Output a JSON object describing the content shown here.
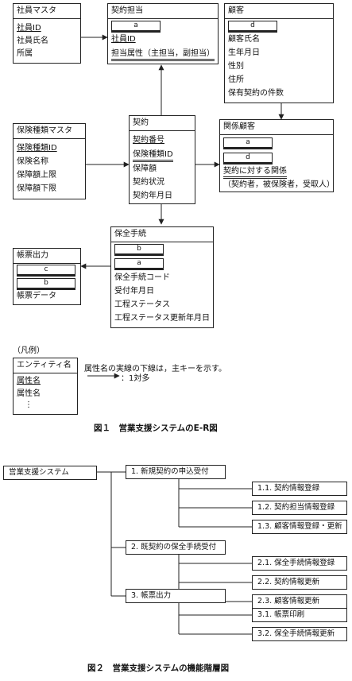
{
  "er": {
    "shain": {
      "title": "社員マスタ",
      "a1": "社員ID",
      "a2": "社員氏名",
      "a3": "所属"
    },
    "tanto": {
      "title": "契約担当",
      "fk": "a",
      "a1": "社員ID",
      "a2": "担当属性（主担当，副担当）"
    },
    "kokyaku": {
      "title": "顧客",
      "fk": "d",
      "a1": "顧客氏名",
      "a2": "生年月日",
      "a3": "性別",
      "a4": "住所",
      "a5": "保有契約の件数"
    },
    "hoken": {
      "title": "保険種類マスタ",
      "a1": "保険種類ID",
      "a2": "保険名称",
      "a3": "保障額上限",
      "a4": "保障額下限"
    },
    "keiyaku": {
      "title": "契約",
      "a1": "契約番号",
      "a2": "保険種類ID",
      "a3": "保障額",
      "a4": "契約状況",
      "a5": "契約年月日"
    },
    "kankei": {
      "title": "関係顧客",
      "fk1": "a",
      "fk2": "d",
      "a1": "契約に対する関係",
      "a2": "（契約者，被保険者，受取人）"
    },
    "hozen": {
      "title": "保全手続",
      "fk1": "b",
      "fk2": "a",
      "a1": "保全手続コード",
      "a2": "受付年月日",
      "a3": "工程ステータス",
      "a4": "工程ステータス更新年月日"
    },
    "chohyo": {
      "title": "帳票出力",
      "fk1": "c",
      "fk2": "b",
      "a1": "帳票データ"
    },
    "legend": {
      "title": "（凡例）",
      "entity": "エンティティ名",
      "attr1": "属性名",
      "attr2": "属性名",
      "dots": "⋮",
      "note1": "属性名の実線の下線は，主キーを示す。",
      "note2": "：1対多"
    },
    "caption": "図１　営業支援システムのE-R図"
  },
  "func": {
    "root": "営業支援システム",
    "g1": "1. 新規契約の申込受付",
    "g1_1": "1.1. 契約情報登録",
    "g1_2": "1.2. 契約担当情報登録",
    "g1_3": "1.3. 顧客情報登録・更新",
    "g2": "2. 既契約の保全手続受付",
    "g2_1": "2.1. 保全手続情報登録",
    "g2_2": "2.2. 契約情報更新",
    "g2_3": "2.3. 顧客情報更新",
    "g3": "3. 帳票出力",
    "g3_1": "3.1. 帳票印刷",
    "g3_2": "3.2. 保全手続情報更新",
    "caption": "図２　営業支援システムの機能階層図"
  }
}
